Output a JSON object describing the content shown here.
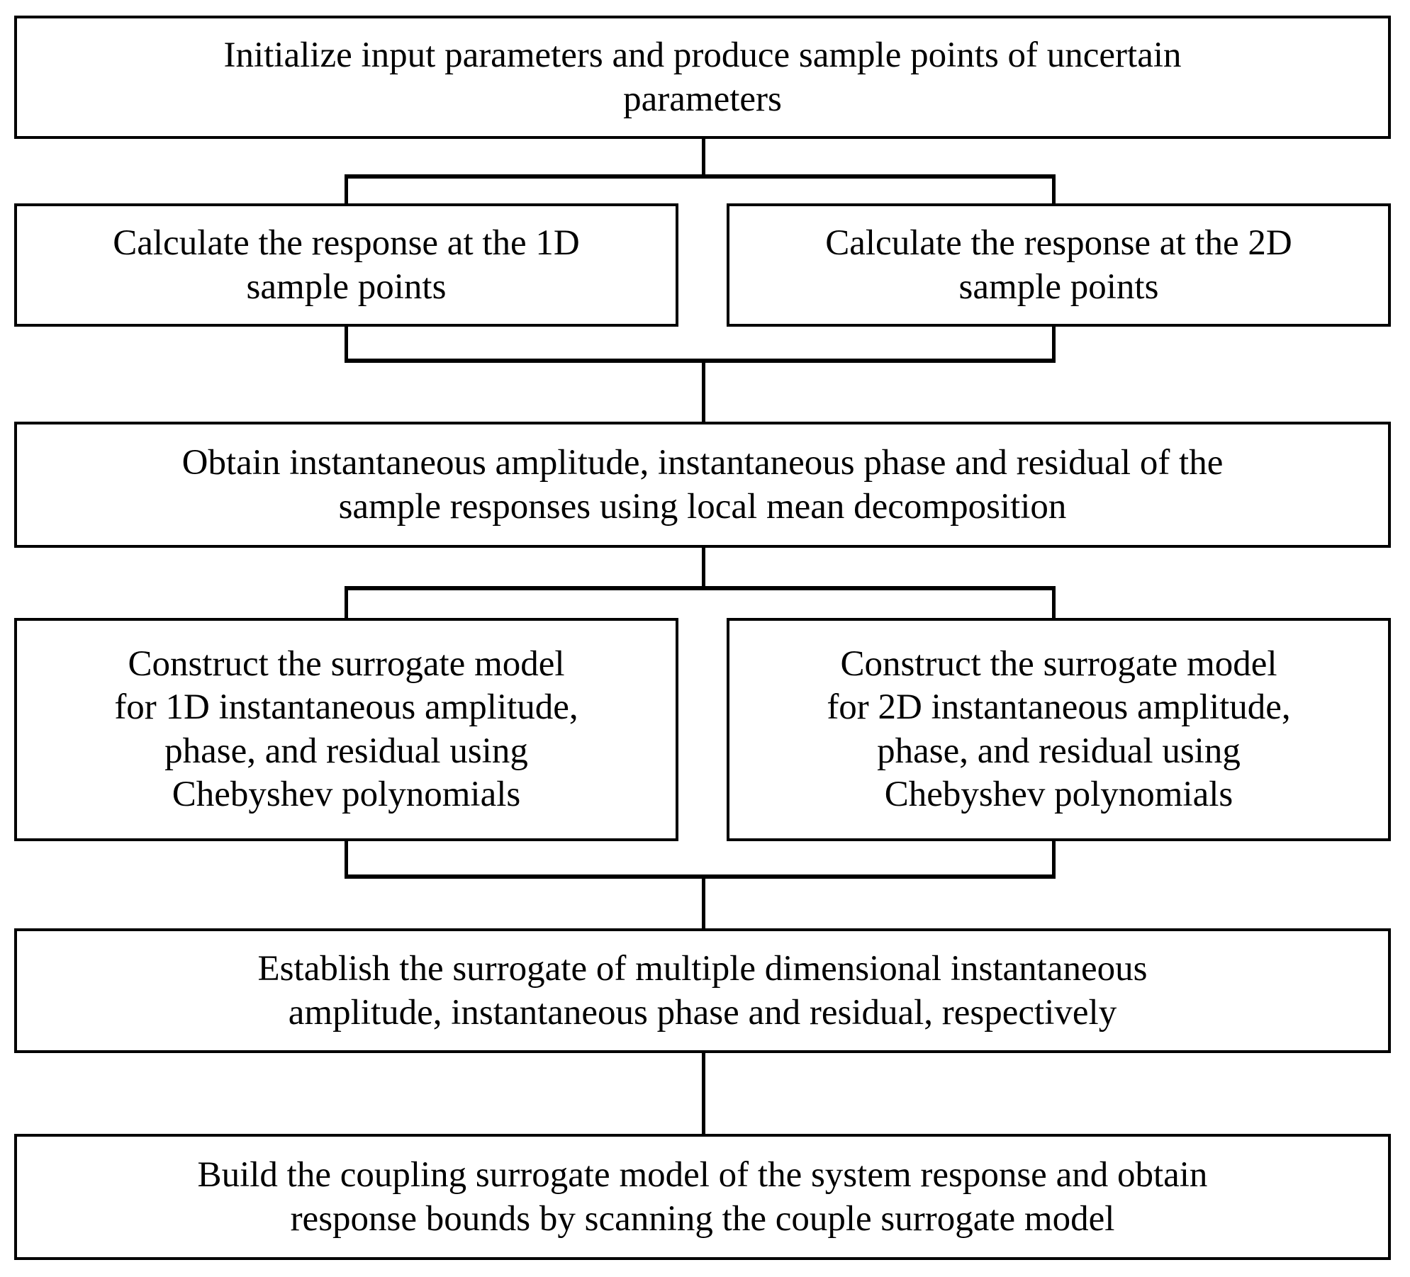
{
  "diagram": {
    "type": "flowchart",
    "title": "",
    "orientation": "top-to-bottom",
    "background_color": "#ffffff",
    "line_color": "#000000",
    "text_color": "#000000",
    "nodes": [
      {
        "id": "n1",
        "label": "Initialize input parameters and produce sample points of uncertain\nparameters",
        "shape": "rectangle",
        "span": "full"
      },
      {
        "id": "n2a",
        "label": "Calculate the response at the 1D\nsample points",
        "shape": "rectangle",
        "span": "left"
      },
      {
        "id": "n2b",
        "label": "Calculate the response at the 2D\nsample points",
        "shape": "rectangle",
        "span": "right"
      },
      {
        "id": "n3",
        "label": "Obtain instantaneous amplitude, instantaneous phase and residual of the\nsample responses using local mean decomposition",
        "shape": "rectangle",
        "span": "full"
      },
      {
        "id": "n4a",
        "label": "Construct the  surrogate model\nfor 1D instantaneous amplitude,\nphase, and residual using\nChebyshev polynomials",
        "shape": "rectangle",
        "span": "left"
      },
      {
        "id": "n4b",
        "label": "Construct the  surrogate model\nfor 2D instantaneous amplitude,\nphase, and residual using\nChebyshev polynomials",
        "shape": "rectangle",
        "span": "right"
      },
      {
        "id": "n5",
        "label": "Establish the surrogate of multiple dimensional instantaneous\namplitude, instantaneous phase and residual, respectively",
        "shape": "rectangle",
        "span": "full"
      },
      {
        "id": "n6",
        "label": "Build the coupling surrogate model of the system response and obtain\nresponse bounds by scanning the couple surrogate model",
        "shape": "rectangle",
        "span": "full"
      }
    ],
    "edges": [
      {
        "from": "n1",
        "to": "n2a",
        "style": "split"
      },
      {
        "from": "n1",
        "to": "n2b",
        "style": "split"
      },
      {
        "from": "n2a",
        "to": "n3",
        "style": "merge"
      },
      {
        "from": "n2b",
        "to": "n3",
        "style": "merge"
      },
      {
        "from": "n3",
        "to": "n4a",
        "style": "split"
      },
      {
        "from": "n3",
        "to": "n4b",
        "style": "split"
      },
      {
        "from": "n4a",
        "to": "n5",
        "style": "merge"
      },
      {
        "from": "n4b",
        "to": "n5",
        "style": "merge"
      },
      {
        "from": "n5",
        "to": "n6",
        "style": "straight"
      }
    ]
  }
}
